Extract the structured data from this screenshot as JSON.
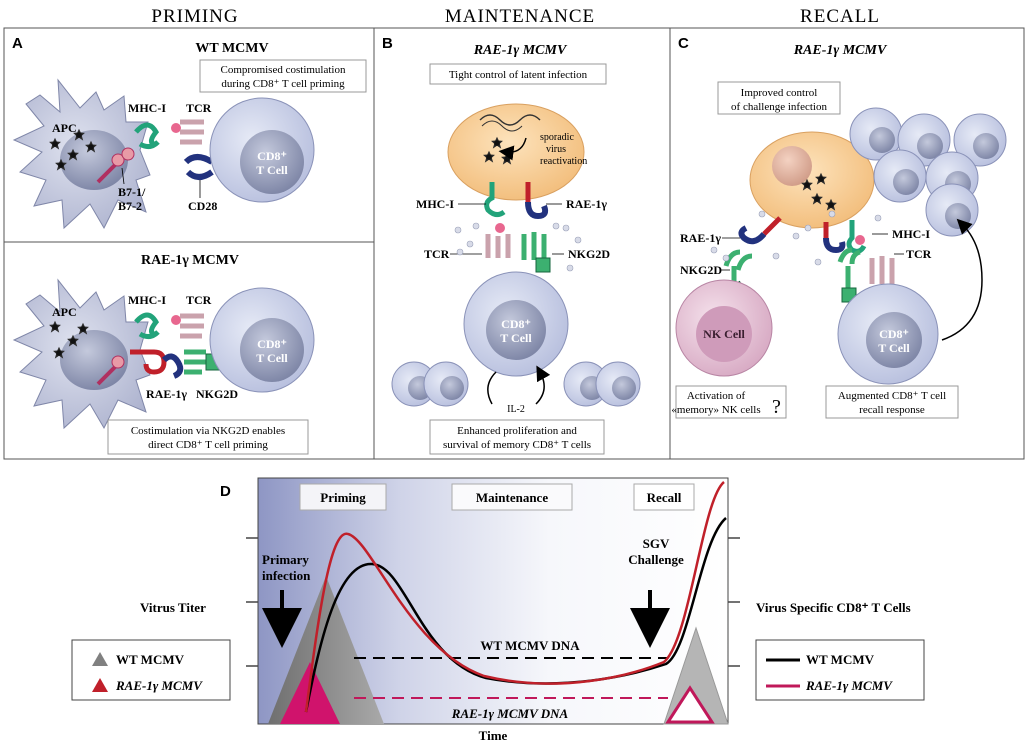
{
  "headers": {
    "priming": "PRIMING",
    "maintenance": "MAINTENANCE",
    "recall": "RECALL"
  },
  "panel_a": {
    "label": "A",
    "top": {
      "title": "WT MCMV",
      "note_line1": "Compromised costimulation",
      "note_line2": "during CD8⁺ T cell priming",
      "apc": "APC",
      "mhc": "MHC-I",
      "tcr": "TCR",
      "b7_line1": "B7-1/",
      "b7_line2": "B7-2",
      "cd28": "CD28",
      "tcell_line1": "CD8⁺",
      "tcell_line2": "T Cell"
    },
    "bottom": {
      "title": "RAE-1γ MCMV",
      "apc": "APC",
      "mhc": "MHC-I",
      "tcr": "TCR",
      "rae": "RAE-1γ",
      "nkg2d": "NKG2D",
      "tcell_line1": "CD8⁺",
      "tcell_line2": "T Cell",
      "note_line1": "Costimulation via NKG2D enables",
      "note_line2": "direct CD8⁺ T cell priming"
    }
  },
  "panel_b": {
    "label": "B",
    "title": "RAE-1γ MCMV",
    "note": "Tight control of latent infection",
    "sporadic": [
      "sporadic",
      "virus",
      "reactivation"
    ],
    "mhc": "MHC-I",
    "rae": "RAE-1γ",
    "tcr": "TCR",
    "nkg2d": "NKG2D",
    "tcell_line1": "CD8⁺",
    "tcell_line2": "T Cell",
    "il2": "IL-2",
    "bottom_line1": "Enhanced proliferation and",
    "bottom_line2": "survival of memory CD8⁺ T cells"
  },
  "panel_c": {
    "label": "C",
    "title": "RAE-1γ MCMV",
    "note_line1": "Improved control",
    "note_line2": "of challenge infection",
    "rae": "RAE-1γ",
    "nkg2d": "NKG2D",
    "mhc": "MHC-I",
    "tcr": "TCR",
    "nk_cell": "NK Cell",
    "tcell_line1": "CD8⁺",
    "tcell_line2": "T Cell",
    "nk_note_line1": "Activation of",
    "nk_note_line2": "«memory» NK cells",
    "question": "?",
    "t_note_line1": "Augmented CD8⁺ T cell",
    "t_note_line2": "recall response"
  },
  "panel_d": {
    "label": "D",
    "phases": {
      "priming": "Priming",
      "maintenance": "Maintenance",
      "recall": "Recall"
    },
    "primary_line1": "Primary",
    "primary_line2": "infection",
    "sgv_line1": "SGV",
    "sgv_line2": "Challenge",
    "left_axis": "Vitrus Titer",
    "right_axis": "Virus Specific CD8⁺ T Cells",
    "wt_dna": "WT MCMV DNA",
    "rae_dna": "RAE-1γ MCMV DNA",
    "x_axis": "Time",
    "legend_left": [
      {
        "label": "WT MCMV",
        "color": "#808080"
      },
      {
        "label": "RAE-1γ MCMV",
        "color": "#c0202a"
      }
    ],
    "legend_right": [
      {
        "label": "WT MCMV",
        "color": "#000000"
      },
      {
        "label": "RAE-1γ MCMV",
        "color": "#c0185a"
      }
    ]
  },
  "colors": {
    "cell_fill": "#c9d0e8",
    "nucleus": "#8f97b8",
    "apc_fill": "#b7bdd8",
    "infected_cell": "#f8cf98",
    "nk_cell": "#e6c1d6",
    "mhc_green": "#22a37a",
    "rae_blue": "#22327e",
    "red": "#c0202a",
    "magenta": "#d01470"
  }
}
